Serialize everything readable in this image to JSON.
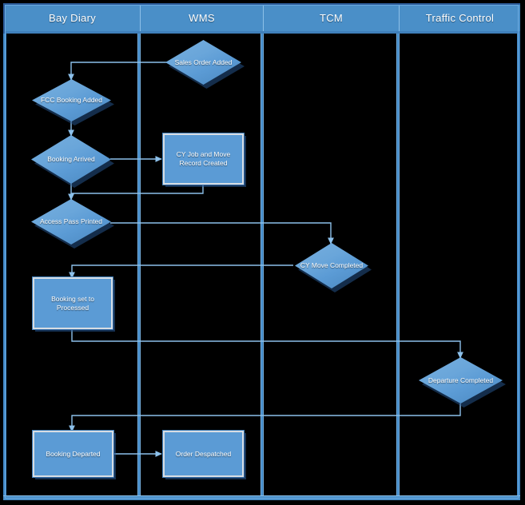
{
  "diagram": {
    "title": "Swimlane process flow",
    "colors": {
      "lane_header_fill": "#4a8fc8",
      "lane_border": "#6aa9e0",
      "node_fill": "#5b9bd5",
      "node_border": "#d7dde3",
      "connector": "#8cc0ea",
      "background": "#000000"
    },
    "lanes": [
      {
        "id": "bay-diary",
        "label": "Bay Diary"
      },
      {
        "id": "wms",
        "label": "WMS"
      },
      {
        "id": "tcm",
        "label": "TCM"
      },
      {
        "id": "traffic-control",
        "label": "Traffic Control"
      }
    ],
    "nodes": [
      {
        "id": "sales-order-added",
        "shape": "diamond",
        "lane": "wms",
        "label": "Sales Order Added"
      },
      {
        "id": "fcc-booking-added",
        "shape": "diamond",
        "lane": "bay-diary",
        "label": "FCC Booking Added"
      },
      {
        "id": "booking-arrived",
        "shape": "diamond",
        "lane": "bay-diary",
        "label": "Booking Arrived"
      },
      {
        "id": "cy-job-move-record",
        "shape": "rectangle",
        "lane": "wms",
        "label": "CY Job and Move Record Created"
      },
      {
        "id": "access-pass-printed",
        "shape": "diamond",
        "lane": "bay-diary",
        "label": "Access Pass Printed"
      },
      {
        "id": "cy-move-completed",
        "shape": "diamond",
        "lane": "tcm",
        "label": "CY Move Completed"
      },
      {
        "id": "booking-processed",
        "shape": "rectangle",
        "lane": "bay-diary",
        "label": "Booking set to Processed"
      },
      {
        "id": "departure-completed",
        "shape": "diamond",
        "lane": "traffic-control",
        "label": "Departure Completed"
      },
      {
        "id": "booking-departed",
        "shape": "rectangle",
        "lane": "bay-diary",
        "label": "Booking Departed"
      },
      {
        "id": "order-despatched",
        "shape": "rectangle",
        "lane": "wms",
        "label": "Order Despatched"
      }
    ],
    "edges": [
      {
        "from": "sales-order-added",
        "to": "fcc-booking-added"
      },
      {
        "from": "fcc-booking-added",
        "to": "booking-arrived"
      },
      {
        "from": "booking-arrived",
        "to": "cy-job-move-record"
      },
      {
        "from": "booking-arrived",
        "to": "access-pass-printed"
      },
      {
        "from": "cy-job-move-record",
        "to": "access-pass-printed"
      },
      {
        "from": "access-pass-printed",
        "to": "cy-move-completed"
      },
      {
        "from": "cy-move-completed",
        "to": "booking-processed"
      },
      {
        "from": "booking-processed",
        "to": "departure-completed"
      },
      {
        "from": "departure-completed",
        "to": "booking-departed"
      },
      {
        "from": "booking-departed",
        "to": "order-despatched"
      }
    ]
  }
}
